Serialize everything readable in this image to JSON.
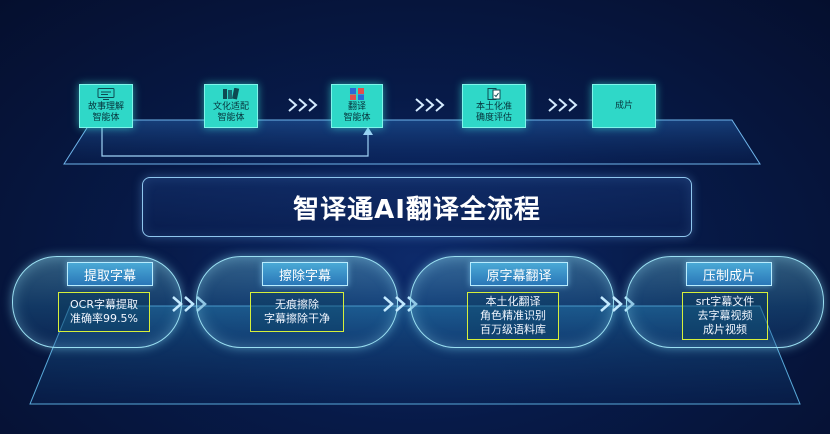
{
  "colors": {
    "accent_teal": "#2fd8c8",
    "capsule_border": "#9adff2",
    "content_border": "#d6ef3a",
    "background": "#071a48"
  },
  "title": "智译通AI翻译全流程",
  "top_flow": [
    {
      "line1": "故事理解",
      "line2": "智能体",
      "icon": "monitor-icon"
    },
    {
      "line1": "文化适配",
      "line2": "智能体",
      "icon": "books-icon"
    },
    {
      "line1": "翻译",
      "line2": "智能体",
      "icon": "translate-icon"
    },
    {
      "line1": "本土化准",
      "line2": "确度评估",
      "icon": "document-check-icon"
    },
    {
      "line1": "成片",
      "line2": "",
      "icon": ""
    }
  ],
  "stages": [
    {
      "title": "提取字幕",
      "lines": [
        "OCR字幕提取",
        "准确率99.5%"
      ]
    },
    {
      "title": "擦除字幕",
      "lines": [
        "无痕擦除",
        "字幕擦除干净"
      ]
    },
    {
      "title": "原字幕翻译",
      "lines": [
        "本土化翻译",
        "角色精准识别",
        "百万级语料库"
      ]
    },
    {
      "title": "压制成片",
      "lines": [
        "srt字幕文件",
        "去字幕视频",
        "成片视频"
      ]
    }
  ]
}
